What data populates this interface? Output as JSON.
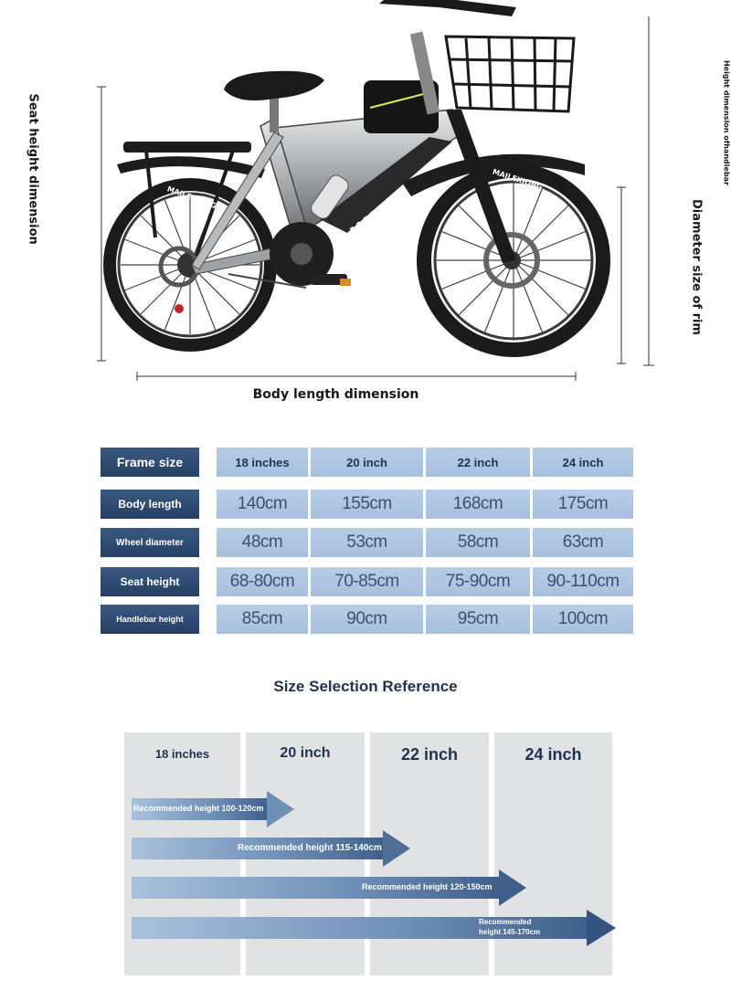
{
  "dimension_labels": {
    "seat_height": "Seat height dimension",
    "handlebar_height": "Height dimension ofhandlebar",
    "rim_diameter": "Diameter size of rim",
    "body_length": "Body length dimension"
  },
  "bike_text": {
    "brand_frame": "MAILEXIONG",
    "brand_rear_wheel": "MAILEXIONG",
    "brand_front_wheel": "MAILEXIONG"
  },
  "colors": {
    "header_dark": "#2b4a72",
    "cell_light": "#aec6e2",
    "column_gray": "#e1e2e4",
    "arrow_dark": "#3f5f8a"
  },
  "spec_table": {
    "rows": [
      {
        "label": "Frame size",
        "values": [
          "18 inches",
          "20 inch",
          "22 inch",
          "24 inch"
        ]
      },
      {
        "label": "Body length",
        "values": [
          "140cm",
          "155cm",
          "168cm",
          "175cm"
        ]
      },
      {
        "label": "Wheel diameter",
        "values": [
          "48cm",
          "53cm",
          "58cm",
          "63cm"
        ]
      },
      {
        "label": "Seat height",
        "values": [
          "68-80cm",
          "70-85cm",
          "75-90cm",
          "90-110cm"
        ]
      },
      {
        "label": "Handlebar height",
        "values": [
          "85cm",
          "90cm",
          "95cm",
          "100cm"
        ]
      }
    ]
  },
  "size_reference": {
    "title": "Size Selection Reference",
    "columns": [
      "18 inches",
      "20 inch",
      "22 inch",
      "24 inch"
    ],
    "arrows": [
      {
        "label": "Recommended height 100-120cm"
      },
      {
        "label": "Recommended height 115-140cm"
      },
      {
        "label": "Recommended height 120-150cm"
      },
      {
        "label_line1": "Recommended",
        "label_line2": "height 145-170cm"
      }
    ]
  }
}
